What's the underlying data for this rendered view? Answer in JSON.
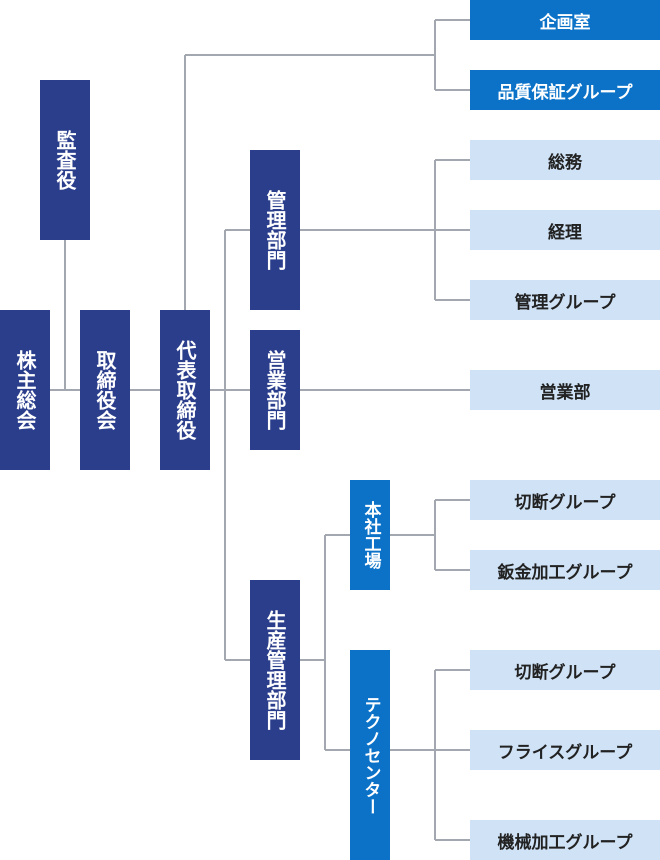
{
  "colors": {
    "navy": "#2b3e8c",
    "blue": "#0b72c8",
    "pale": "#cfe2f6",
    "connector": "#a3a8b0"
  },
  "left_nodes": {
    "shareholders": "株主総会",
    "auditor": "監査役",
    "board": "取締役会",
    "ceo": "代表取締役"
  },
  "departments": {
    "admin": "管理部門",
    "sales": "営業部門",
    "production": "生産管理部門"
  },
  "staff": {
    "planning": "企画室",
    "quality": "品質保証グループ"
  },
  "admin_units": [
    "総務",
    "経理",
    "管理グループ"
  ],
  "sales_units": [
    "営業部"
  ],
  "factories": {
    "main": "本社工場",
    "techno": "テクノセンター"
  },
  "main_factory_units": [
    "切断グループ",
    "鈑金加工グループ"
  ],
  "techno_units": [
    "切断グループ",
    "フライスグループ",
    "機械加工グループ"
  ]
}
